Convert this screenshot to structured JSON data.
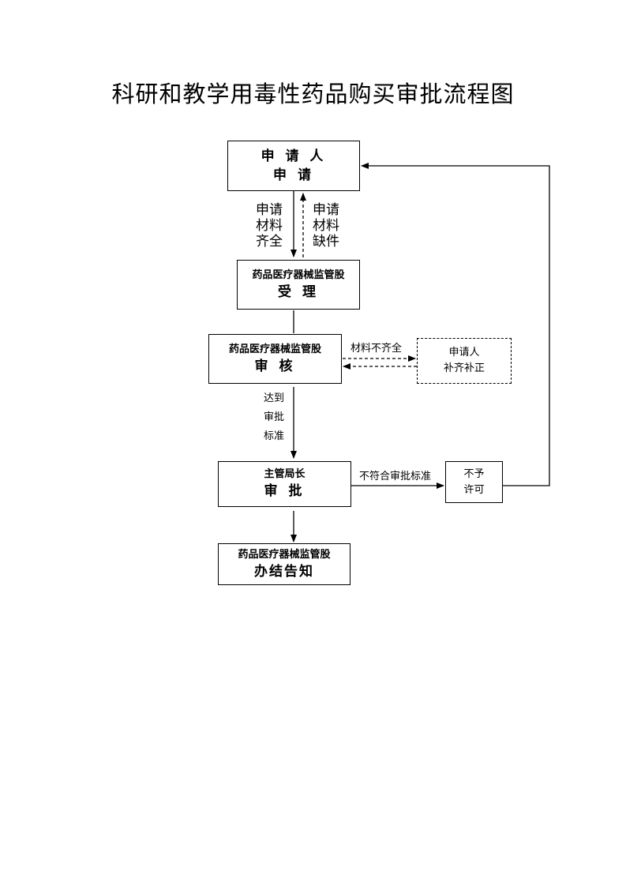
{
  "title": "科研和教学用毒性药品购买审批流程图",
  "nodes": {
    "applicant": {
      "line1": "申 请 人",
      "line2": "申 请"
    },
    "accept": {
      "line1": "药品医疗器械监管股",
      "line2": "受 理"
    },
    "review": {
      "line1": "药品医疗器械监管股",
      "line2": "审 核"
    },
    "supplement": {
      "line1": "申请人",
      "line2": "补齐补正"
    },
    "approve": {
      "line1": "主管局长",
      "line2": "审 批"
    },
    "deny": {
      "line1": "不予",
      "line2": "许可"
    },
    "notify": {
      "line1": "药品医疗器械监管股",
      "line2": "办结告知"
    }
  },
  "edges": {
    "complete": {
      "l1": "申请",
      "l2": "材料",
      "l3": "齐全"
    },
    "missing": {
      "l1": "申请",
      "l2": "材料",
      "l3": "缺件"
    },
    "incomplete": "材料不齐全",
    "meets": {
      "l1": "达到",
      "l2": "审批",
      "l3": "标准"
    },
    "not_meet": "不符合审批标准"
  }
}
